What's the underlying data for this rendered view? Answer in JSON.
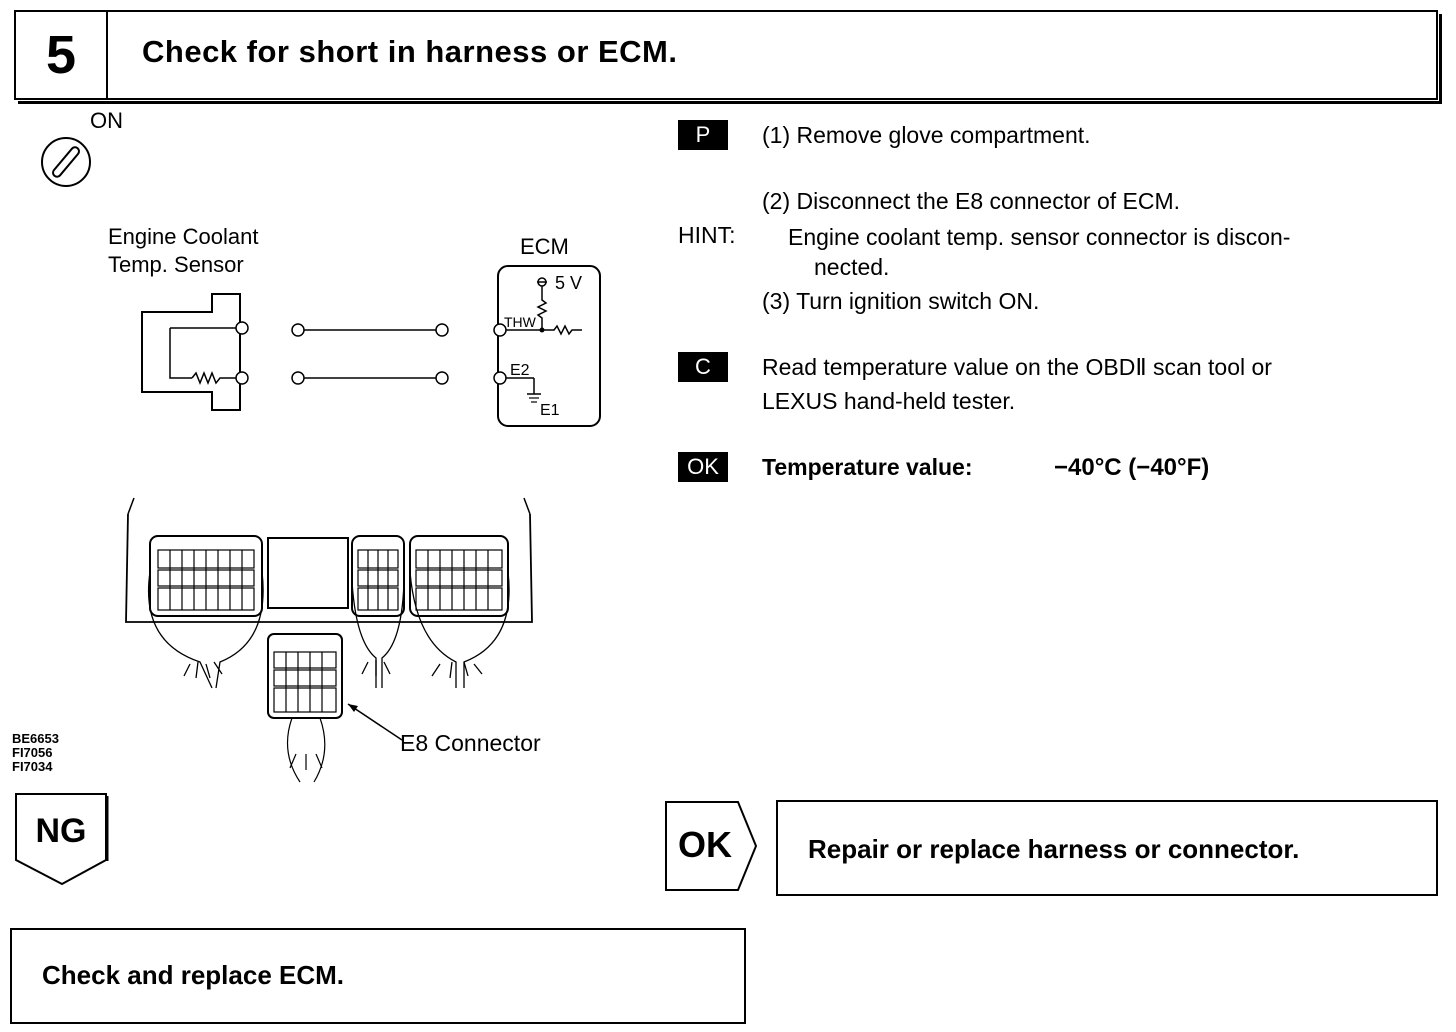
{
  "header": {
    "step_number": "5",
    "title": "Check for short in harness or ECM."
  },
  "diagram": {
    "ignition_label": "ON",
    "sensor_label_line1": "Engine Coolant",
    "sensor_label_line2": "Temp. Sensor",
    "ecm_label": "ECM",
    "voltage_label": "5 V",
    "thw_label": "THW",
    "e2_label": "E2",
    "e1_label": "E1",
    "connector_label": "E8 Connector",
    "figure_codes": [
      "BE6653",
      "FI7056",
      "FI7034"
    ]
  },
  "procedure": {
    "p_badge": "P",
    "step1": "(1) Remove glove compartment.",
    "step2": "(2) Disconnect the E8 connector of ECM.",
    "hint_label": "HINT:",
    "hint_line1": "Engine coolant temp. sensor connector is discon-",
    "hint_line2": "nected.",
    "step3": "(3) Turn ignition switch ON.",
    "c_badge": "C",
    "check_line1": "Read temperature value on the OBDⅡ scan tool or",
    "check_line2": "LEXUS hand-held tester.",
    "ok_badge": "OK",
    "result_label": "Temperature value:",
    "result_value": "−40°C (−40°F)"
  },
  "outcomes": {
    "ng_label": "NG",
    "ng_action": "Check and replace ECM.",
    "ok_label": "OK",
    "ok_action": "Repair or replace harness or connector."
  }
}
